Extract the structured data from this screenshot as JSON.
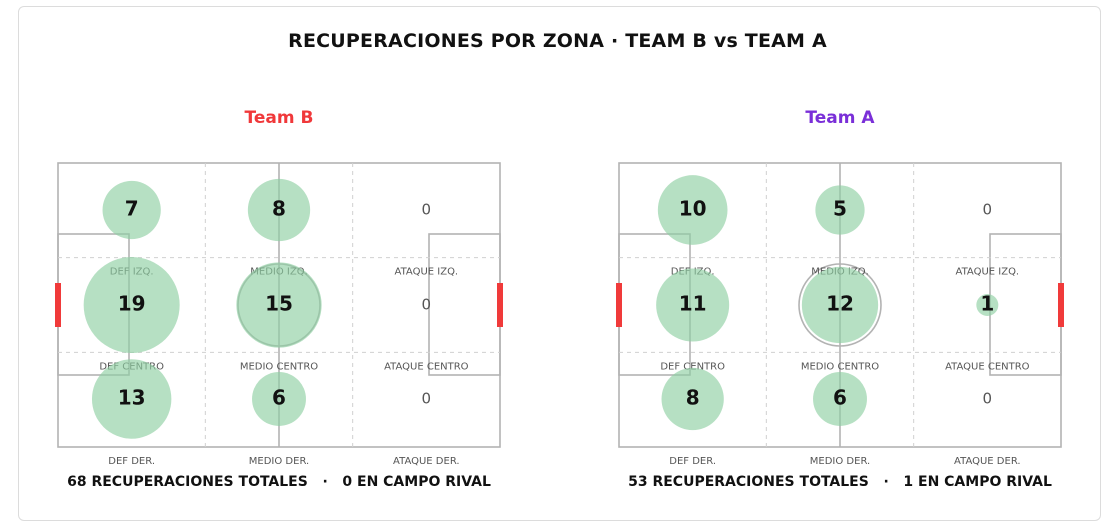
{
  "title": "RECUPERACIONES POR ZONA · TEAM B vs TEAM A",
  "colors": {
    "bubble": "#8fcfa3",
    "pitch_line": "#b3b3b3",
    "goal": "#f03a3a"
  },
  "chart_data": [
    {
      "type": "bubble-grid",
      "team": "Team B",
      "team_color": "#f0383a",
      "cells": [
        {
          "label": "DEF IZQ.",
          "value": 7
        },
        {
          "label": "MEDIO IZQ.",
          "value": 8
        },
        {
          "label": "ATAQUE IZQ.",
          "value": 0
        },
        {
          "label": "DEF CENTRO",
          "value": 19
        },
        {
          "label": "MEDIO CENTRO",
          "value": 15
        },
        {
          "label": "ATAQUE CENTRO",
          "value": 0
        },
        {
          "label": "DEF DER.",
          "value": 13
        },
        {
          "label": "MEDIO DER.",
          "value": 6
        },
        {
          "label": "ATAQUE DER.",
          "value": 0
        }
      ],
      "summary": "68 RECUPERACIONES TOTALES   ·   0 EN CAMPO RIVAL"
    },
    {
      "type": "bubble-grid",
      "team": "Team A",
      "team_color": "#7a2fd8",
      "cells": [
        {
          "label": "DEF IZQ.",
          "value": 10
        },
        {
          "label": "MEDIO IZQ.",
          "value": 5
        },
        {
          "label": "ATAQUE IZQ.",
          "value": 0
        },
        {
          "label": "DEF CENTRO",
          "value": 11
        },
        {
          "label": "MEDIO CENTRO",
          "value": 12
        },
        {
          "label": "ATAQUE CENTRO",
          "value": 1
        },
        {
          "label": "DEF DER.",
          "value": 8
        },
        {
          "label": "MEDIO DER.",
          "value": 6
        },
        {
          "label": "ATAQUE DER.",
          "value": 0
        }
      ],
      "summary": "53 RECUPERACIONES TOTALES   ·   1 EN CAMPO RIVAL"
    }
  ]
}
